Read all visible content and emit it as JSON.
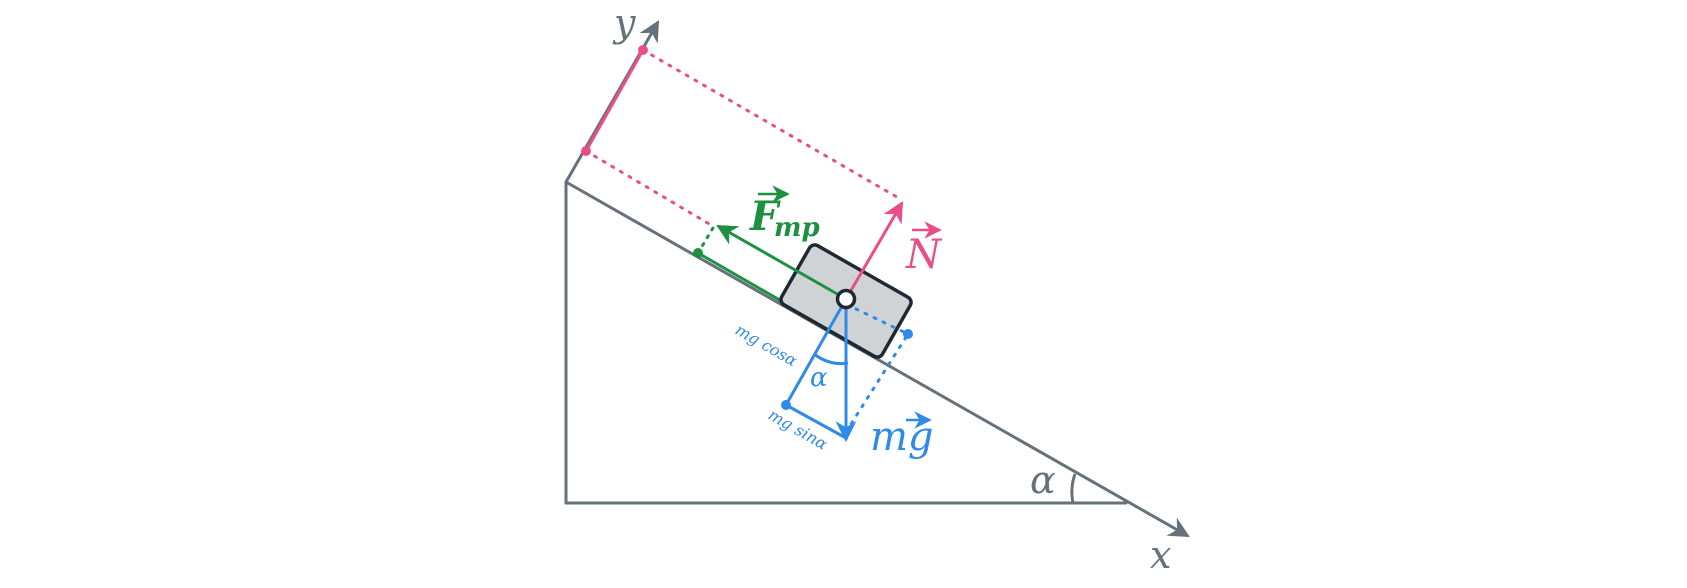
{
  "labels": {
    "y_axis": "y",
    "x_axis": "x",
    "friction_base": "F",
    "friction_sub": "mp",
    "normal": "N",
    "gravity": "mg",
    "mg_cos": "mg cosα",
    "mg_sin": "mg sinα",
    "angle_small": "α",
    "angle_incline": "α"
  },
  "colors": {
    "axis_gray": "#66727b",
    "friction_green": "#1e9140",
    "normal_pink": "#e94e89",
    "gravity_blue": "#2f8ae8",
    "block_fill": "#cfd3d6",
    "block_stroke": "#1f2933"
  }
}
